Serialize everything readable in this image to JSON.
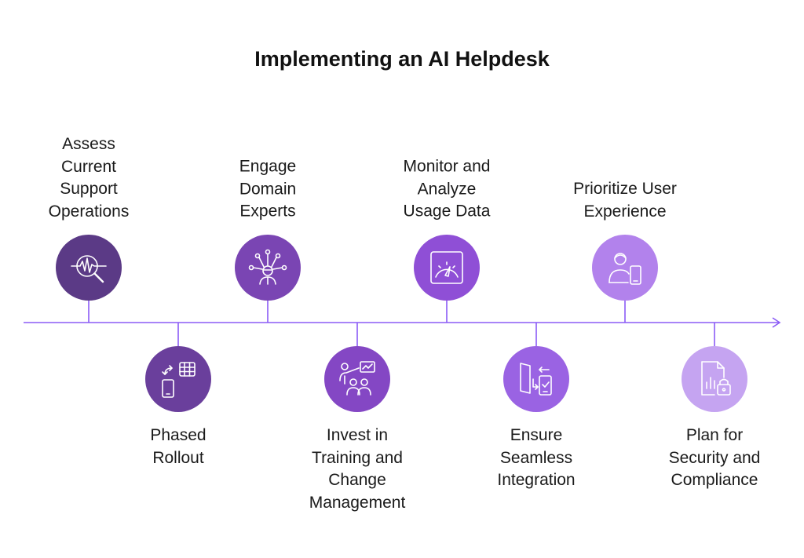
{
  "title": "Implementing an AI Helpdesk",
  "colors": {
    "axis": "#8b5cf6",
    "text": "#1a1a1a"
  },
  "steps": [
    {
      "label": "Assess\nCurrent\nSupport\nOperations",
      "icon": "waveform-magnifier-icon",
      "color": "#5b3a86",
      "position": "above"
    },
    {
      "label": "Phased\nRollout",
      "icon": "phone-table-transfer-icon",
      "color": "#6a3f9c",
      "position": "below"
    },
    {
      "label": "Engage\nDomain\nExperts",
      "icon": "expert-network-icon",
      "color": "#7a45b3",
      "position": "above"
    },
    {
      "label": "Invest in\nTraining and\nChange\nManagement",
      "icon": "training-presentation-icon",
      "color": "#8447c4",
      "position": "below"
    },
    {
      "label": "Monitor and\nAnalyze\nUsage Data",
      "icon": "gauge-icon",
      "color": "#8f4fd6",
      "position": "above"
    },
    {
      "label": "Ensure\nSeamless\nIntegration",
      "icon": "device-sync-icon",
      "color": "#9a63e3",
      "position": "below"
    },
    {
      "label": "Prioritize User\nExperience",
      "icon": "user-device-icon",
      "color": "#b282ec",
      "position": "above"
    },
    {
      "label": "Plan for\nSecurity and\nCompliance",
      "icon": "secure-report-icon",
      "color": "#c5a4f1",
      "position": "below"
    }
  ]
}
